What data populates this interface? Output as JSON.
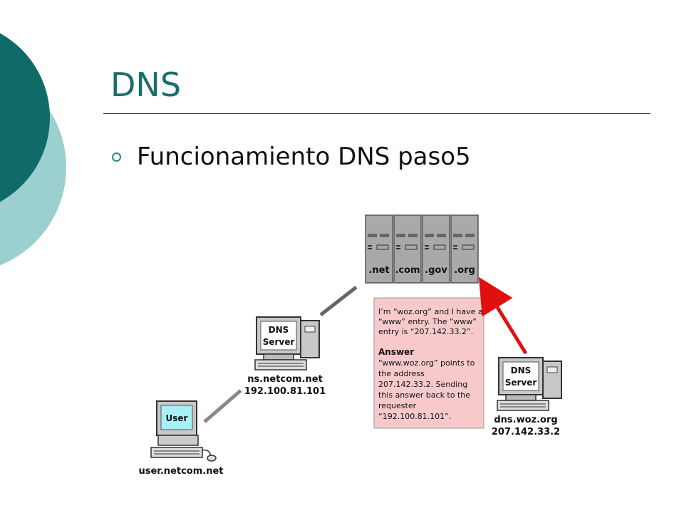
{
  "slide": {
    "title": "DNS",
    "bullet": "Funcionamiento DNS paso5"
  },
  "colors": {
    "title": "#1a6e6c",
    "deco_dark": "#0f6a68",
    "deco_light": "#9ccfcf",
    "answer_box": "#f7c9cb",
    "arrow": "#e01010",
    "user_screen": "#a8f0f8"
  },
  "diagram": {
    "root_servers": [
      {
        "label": ".net"
      },
      {
        "label": ".com"
      },
      {
        "label": ".gov"
      },
      {
        "label": ".org"
      }
    ],
    "ns_server": {
      "screen": [
        "DNS",
        "Server"
      ],
      "host": "ns.netcom.net",
      "ip": "192.100.81.101"
    },
    "user": {
      "screen": "User",
      "host": "user.netcom.net"
    },
    "woz_server": {
      "screen": [
        "DNS",
        "Server"
      ],
      "host": "dns.woz.org",
      "ip": "207.142.33.2"
    },
    "message": {
      "intro": [
        "I’m “woz.org” and I have a",
        "“www” entry. The “www”",
        "entry is “207.142.33.2”."
      ],
      "heading": "Answer",
      "body": [
        "“www.woz.org” points to",
        "the address",
        "207.142.33.2. Sending",
        "this answer back to the",
        "requester",
        "“192.100.81.101”."
      ]
    }
  }
}
